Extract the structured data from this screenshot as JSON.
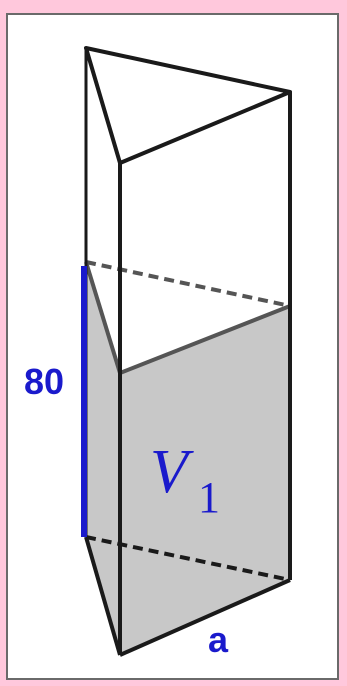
{
  "figure": {
    "height_label": "80",
    "side_label": "a",
    "volume_symbol": "V",
    "volume_subscript": "1"
  },
  "colors": {
    "frame_background": "#ffc8dc",
    "label_blue": "#1a1acc",
    "liquid_fill": "#c8c8c8",
    "edge_color": "#1a1a1a",
    "height_marker": "#1a1acc"
  }
}
